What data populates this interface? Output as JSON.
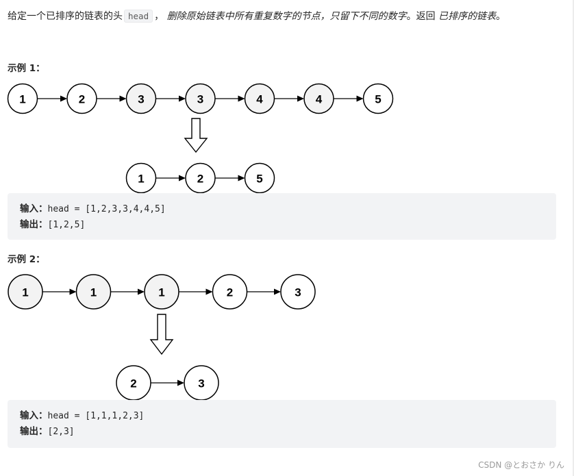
{
  "description": {
    "part1": "给定一个已排序的链表的头",
    "code": "head",
    "part2": "，",
    "emph1": "删除原始链表中所有重复数字的节点，只留下不同的数字",
    "part3": "。返回",
    "emph2": "已排序的链表",
    "part4": "。"
  },
  "example1": {
    "title": "示例 1：",
    "before": [
      "1",
      "2",
      "3",
      "3",
      "4",
      "4",
      "5"
    ],
    "after": [
      "1",
      "2",
      "5"
    ],
    "input_label": "输入：",
    "input_value": "head = [1,2,3,3,4,4,5]",
    "output_label": "输出：",
    "output_value": "[1,2,5]"
  },
  "example2": {
    "title": "示例 2：",
    "before": [
      "1",
      "1",
      "1",
      "2",
      "3"
    ],
    "after": [
      "2",
      "3"
    ],
    "input_label": "输入：",
    "input_value": "head = [1,1,1,2,3]",
    "output_label": "输出：",
    "output_value": "[2,3]"
  },
  "watermark": "CSDN @とおさか りん",
  "colors": {
    "duplicate_node_fill": "#f3f3f3",
    "unique_node_fill": "#ffffff",
    "code_background": "#f2f3f5"
  }
}
